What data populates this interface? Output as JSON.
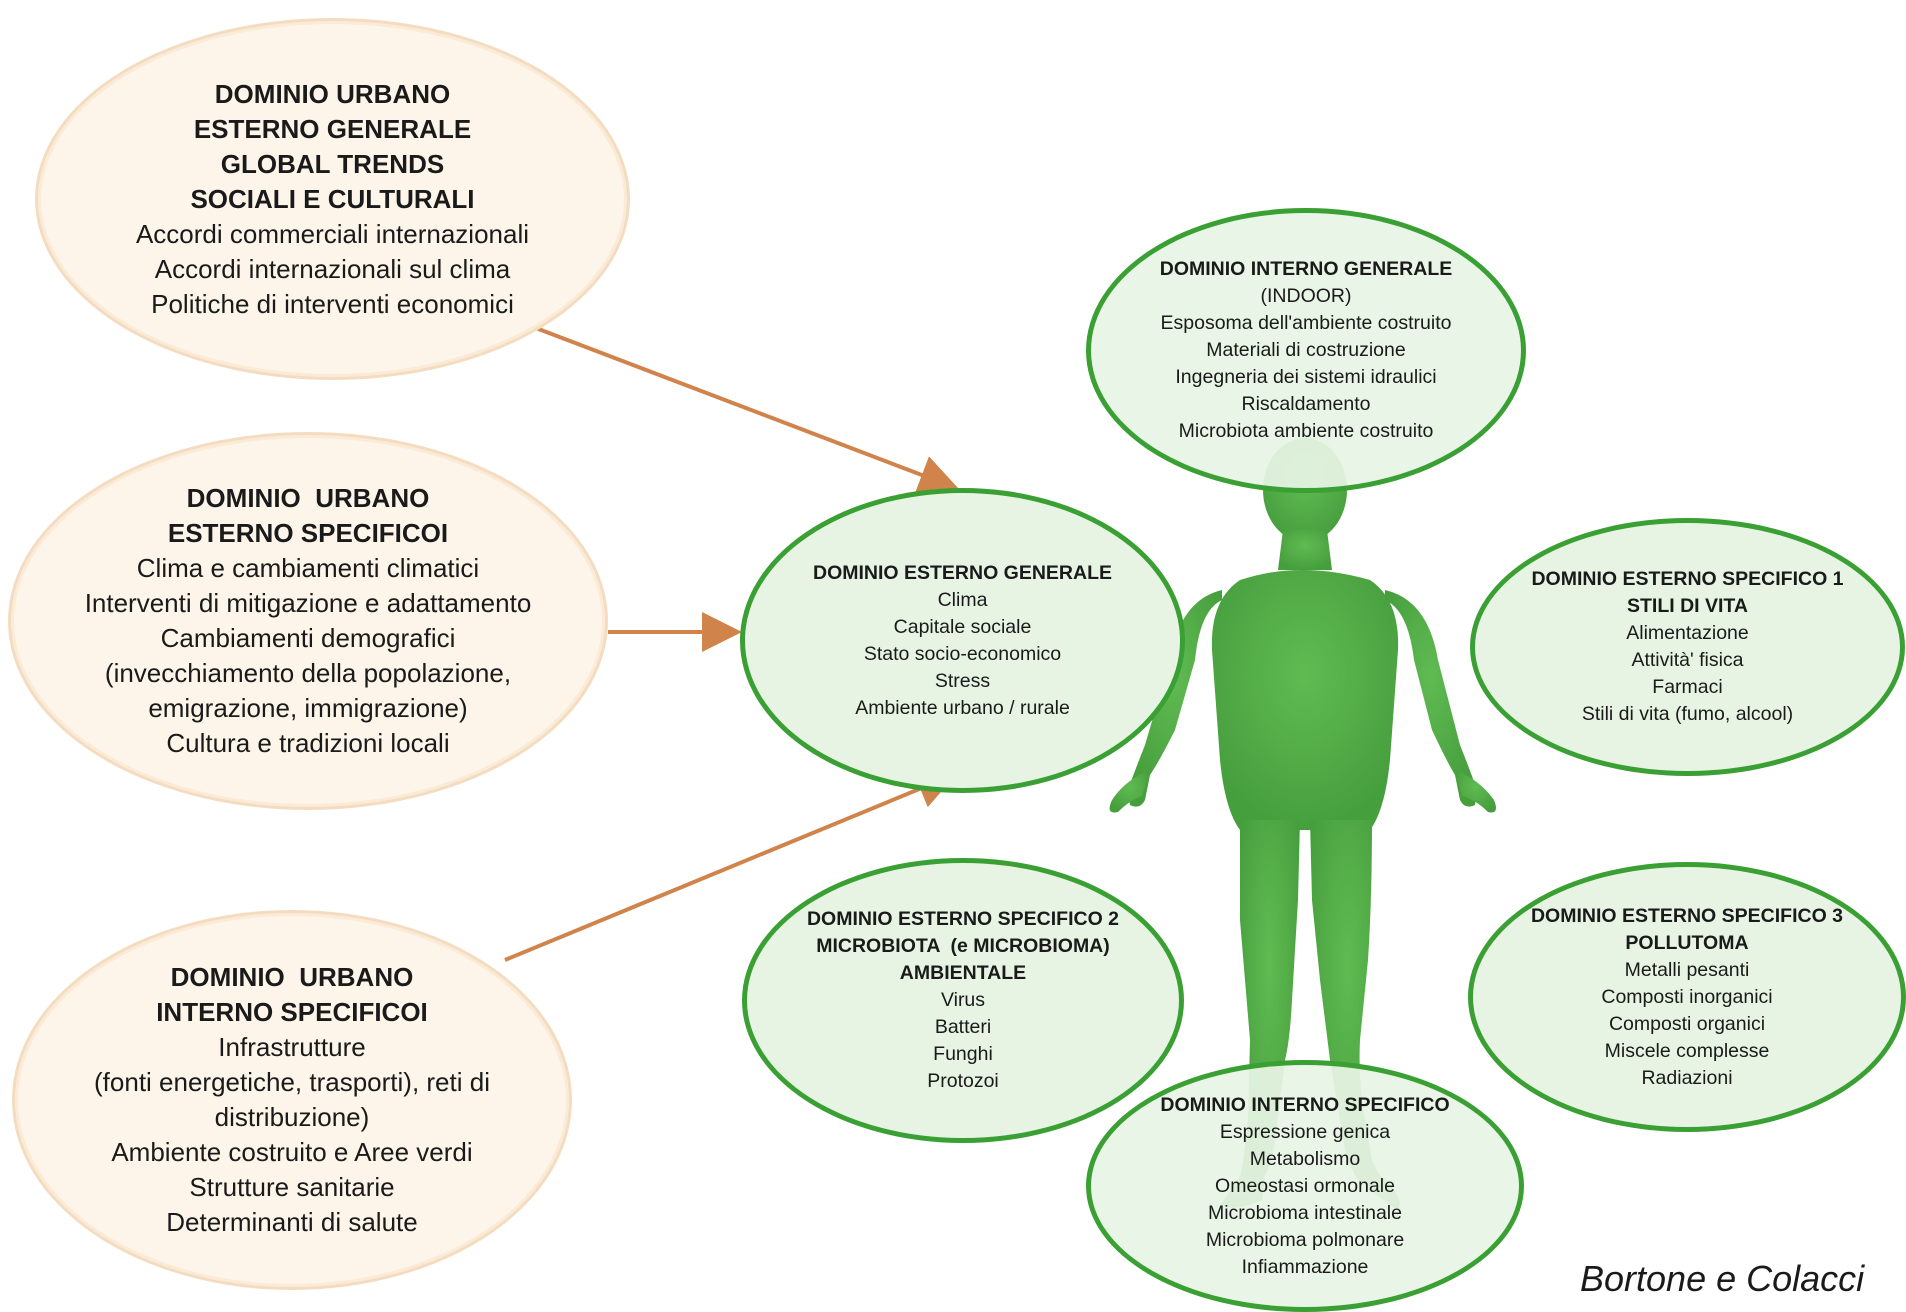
{
  "urban_general": {
    "title_lines": [
      "DOMINIO URBANO",
      "ESTERNO GENERALE",
      "GLOBAL TRENDS",
      "SOCIALI E CULTURALI"
    ],
    "items": [
      "Accordi commerciali internazionali",
      "Accordi internazionali sul clima",
      "Politiche di interventi economici"
    ]
  },
  "urban_specific_external": {
    "title_lines": [
      "DOMINIO  URBANO",
      "ESTERNO SPECIFICOI"
    ],
    "items": [
      "Clima e cambiamenti climatici",
      "Interventi di mitigazione e adattamento",
      "Cambiamenti demografici",
      "(invecchiamento della popolazione,",
      "emigrazione, immigrazione)",
      "Cultura e tradizioni locali"
    ]
  },
  "urban_specific_internal": {
    "title_lines": [
      "DOMINIO  URBANO",
      "INTERNO SPECIFICOI"
    ],
    "items": [
      "Infrastrutture",
      "(fonti energetiche, trasporti), reti di",
      "distribuzione)",
      "Ambiente costruito e Aree verdi",
      "Strutture sanitarie",
      "Determinanti di salute"
    ]
  },
  "external_general": {
    "title_lines": [
      "DOMINIO ESTERNO GENERALE"
    ],
    "items": [
      "Clima",
      "Capitale sociale",
      "Stato socio-economico",
      "Stress",
      "Ambiente urbano / rurale"
    ]
  },
  "internal_general": {
    "title_lines": [
      "DOMINIO INTERNO GENERALE"
    ],
    "items": [
      "(INDOOR)",
      "Esposoma dell'ambiente costruito",
      "Materiali di costruzione",
      "Ingegneria dei sistemi idraulici",
      "Riscaldamento",
      "Microbiota ambiente costruito"
    ]
  },
  "external_specific_1": {
    "title_lines": [
      "DOMINIO ESTERNO SPECIFICO 1",
      "STILI DI VITA"
    ],
    "items": [
      "Alimentazione",
      "Attività' fisica",
      "Farmaci",
      "Stili di vita (fumo, alcool)"
    ]
  },
  "external_specific_2": {
    "title_lines": [
      "DOMINIO ESTERNO SPECIFICO 2",
      "MICROBIOTA  (e MICROBIOMA)",
      "AMBIENTALE"
    ],
    "items": [
      "Virus",
      "Batteri",
      "Funghi",
      "Protozoi"
    ]
  },
  "external_specific_3": {
    "title_lines": [
      "DOMINIO ESTERNO SPECIFICO 3",
      "POLLUTOMA"
    ],
    "items": [
      "Metalli pesanti",
      "Composti inorganici",
      "Composti organici",
      "Miscele complesse",
      "Radiazioni"
    ]
  },
  "internal_specific": {
    "title_lines": [
      "DOMINIO INTERNO SPECIFICO"
    ],
    "items": [
      "Espressione genica",
      "Metabolismo",
      "Omeostasi ormonale",
      "Microbioma intestinale",
      "Microbioma polmonare",
      "Infiammazione"
    ]
  },
  "credit": "Bortone e Colacci",
  "colors": {
    "urban_fill": "#fdf5ea",
    "urban_border": "#f4dcc0",
    "green_fill": "#e7f4e4",
    "green_border": "#3aa034",
    "arrow": "#d0834a",
    "human": "#4aa83c"
  }
}
